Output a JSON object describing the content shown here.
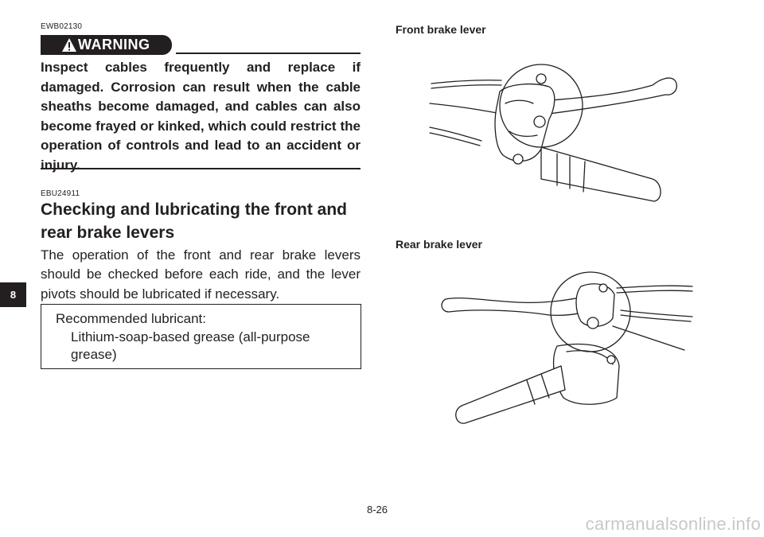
{
  "warning": {
    "code": "EWB02130",
    "label": "WARNING",
    "text": "Inspect cables frequently and replace if damaged. Corrosion can result when the cable sheaths become damaged, and cables can also become frayed or kinked, which could restrict the operation of controls and lead to an accident or injury."
  },
  "section": {
    "code": "EBU24911",
    "title": "Checking and lubricating the front and rear brake levers",
    "body": "The operation of the front and rear brake levers should be checked before each ride, and the lever pivots should be lubricated if necessary."
  },
  "lubricant": {
    "label": "Recommended lubricant:",
    "value": "Lithium-soap-based grease (all-purpose grease)"
  },
  "figures": {
    "front_caption": "Front brake lever",
    "rear_caption": "Rear brake lever"
  },
  "chapter_tab": "8",
  "page_number": "8-26",
  "watermark": "carmanualsonline.info"
}
